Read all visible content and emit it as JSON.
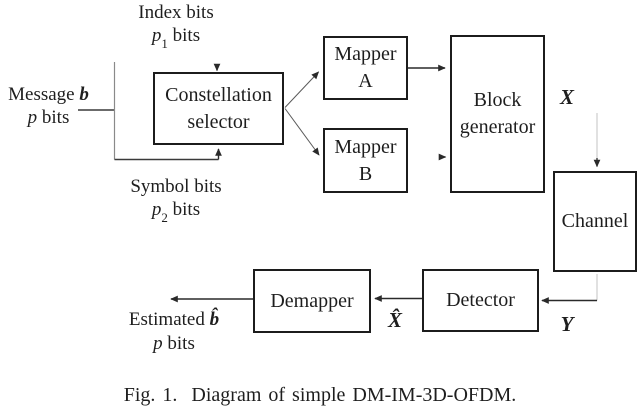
{
  "colors": {
    "background": "#ffffff",
    "ink": "#1e1e1e",
    "line": "#2a2a2a",
    "gray_line": "#8a8a8a",
    "faint_line": "#c8c8c8"
  },
  "blocks": {
    "constellation_selector": [
      "Constellation",
      "selector"
    ],
    "mapper_a": [
      "Mapper",
      "A"
    ],
    "mapper_b": [
      "Mapper",
      "B"
    ],
    "block_generator": [
      "Block",
      "generator"
    ],
    "channel": [
      "Channel"
    ],
    "detector": [
      "Detector"
    ],
    "demapper": [
      "Demapper"
    ]
  },
  "labels": {
    "index": {
      "title": "Index bits",
      "var": "p",
      "sub": "1",
      "suffix": " bits"
    },
    "symbol": {
      "title": "Symbol bits",
      "var": "p",
      "sub": "2",
      "suffix": " bits"
    },
    "message": {
      "prefix": "Message ",
      "var": "b",
      "line2_var": "p",
      "line2_suffix": " bits"
    },
    "estimated": {
      "prefix": "Estimated ",
      "var": "b̂",
      "line2_var": "p",
      "line2_suffix": " bits"
    },
    "x": "X",
    "y": "Y",
    "x_hat": "X̂"
  },
  "caption": "Fig. 1.  Diagram of simple DM-IM-3D-OFDM."
}
